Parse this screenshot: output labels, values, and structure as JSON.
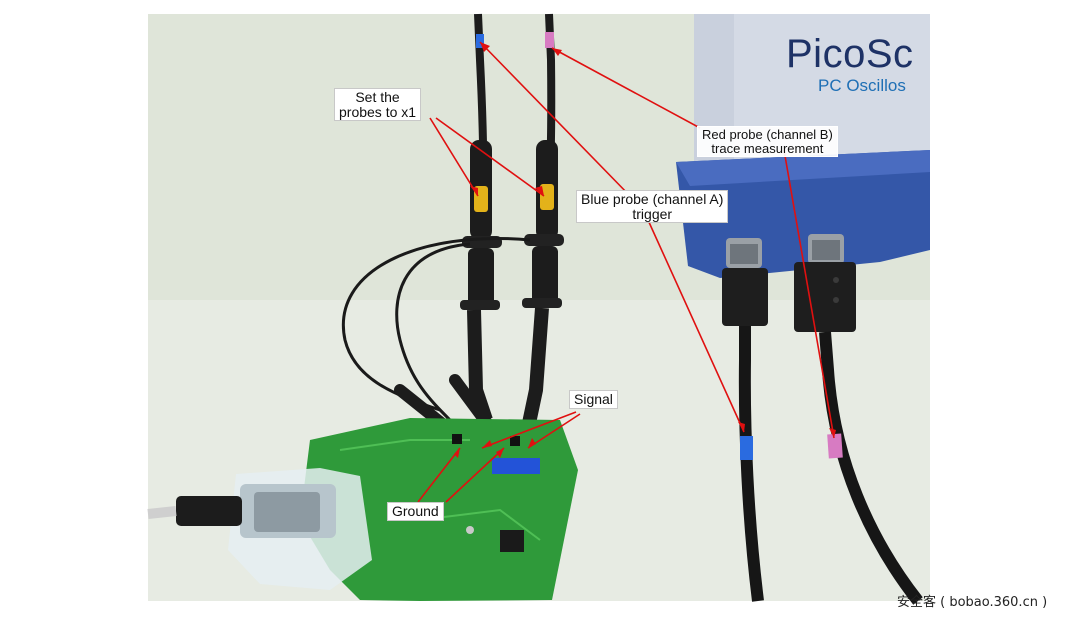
{
  "scene": {
    "labels": {
      "set_probes_line1": "Set the",
      "set_probes_line2": "probes to x1",
      "red_probe_line1": "Red probe (channel B)",
      "red_probe_line2": "trace measurement",
      "blue_probe_line1": "Blue probe (channel A)",
      "blue_probe_line2": "trigger",
      "signal": "Signal",
      "ground": "Ground"
    },
    "device": {
      "brand": "PicoSc",
      "subtitle": "PC Oscillos"
    },
    "watermark": "安全客 ( bobao.360.cn )"
  },
  "colors": {
    "wall": "#dfe5d9",
    "device_body": "#3457a8",
    "device_top": "#d8dde6",
    "pcb": "#2f9a3a",
    "probe_body": "#1c1c1c",
    "probe_tip_yellow": "#e3b21a",
    "marker_blue": "#2a6be0",
    "marker_pink": "#d77bc2",
    "annotation_arrow": "#e01010"
  }
}
